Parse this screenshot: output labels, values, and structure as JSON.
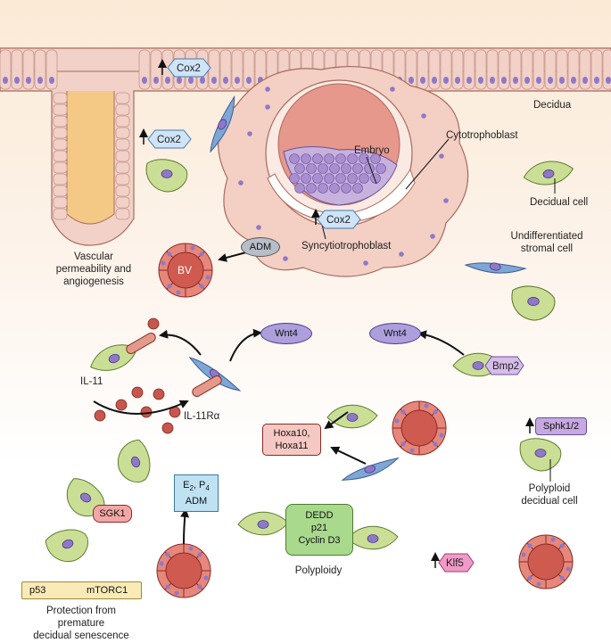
{
  "labels": {
    "decidua": "Decidua",
    "embryo": "Embryo",
    "cytotrophoblast": "Cytotrophoblast",
    "syncytiotrophoblast": "Syncytiotrophoblast",
    "decidual_cell": "Decidual cell",
    "undiff_line1": "Undifferentiated",
    "undiff_line2": "stromal cell",
    "vascular_line1": "Vascular",
    "vascular_line2": "permeability and",
    "vascular_line3": "angiogenesis",
    "il11": "IL-11",
    "il11ra": "IL-11Rα",
    "polyploid_line1": "Polyploid",
    "polyploid_line2": "decidual cell",
    "polyploidy": "Polyploidy",
    "protect_line1": "Protection from",
    "protect_line2": "premature",
    "protect_line3": "decidual senescence"
  },
  "molecules": {
    "cox2_top": "Cox2",
    "cox2_left": "Cox2",
    "cox2_embryo": "Cox2",
    "adm": "ADM",
    "bv": "BV",
    "wnt4_left": "Wnt4",
    "wnt4_right": "Wnt4",
    "bmp2": "Bmp2",
    "hoxa_line1": "Hoxa10,",
    "hoxa_line2": "Hoxa11",
    "sphk": "Sphk1/2",
    "sgk1": "SGK1",
    "p53": "p53",
    "mtorc1": "mTORC1",
    "e2p4_e": "E",
    "e2p4_sub2": "2",
    "e2p4_p": ", P",
    "e2p4_sub4": "4",
    "e2p4_adm": "ADM",
    "dedd_line1": "DEDD",
    "dedd_line2": "p21",
    "dedd_line3": "Cyclin D3",
    "klf5": "Klf5"
  },
  "colors": {
    "epithelium_outer": "#f1d1c8",
    "epithelium_inner": "#f4c986",
    "decidual_mass": "#f3cfc4",
    "stromal_blue": "#7ea6d6",
    "decidual_green": "#cadf95",
    "nucleus_purple": "#8f79c7",
    "vessel_red": "#cf5a50",
    "cox2_box": "#cfe4f7",
    "wnt4_box": "#ad9fdb",
    "hoxa_box": "#f6c8c3",
    "dedd_box": "#a9d98d",
    "klf5_box": "#f09ac8",
    "sgk1_box": "#f3a6a6",
    "e2p4_box": "#bfe2f3"
  },
  "icons": {
    "up_arrow": "up-arrow-icon",
    "inhibit": "inhibition-icon"
  }
}
